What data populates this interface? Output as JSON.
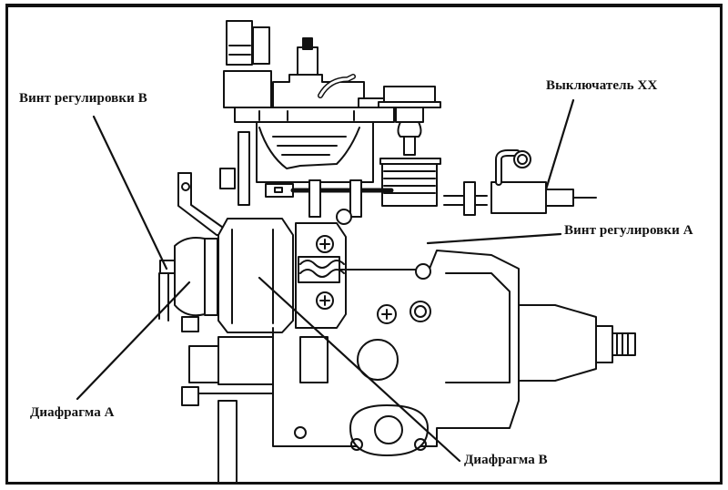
{
  "diagram": {
    "subject": "Injection pump (side view) with adjustment points",
    "labels": {
      "screw_b": "Винт регулировки В",
      "idle_switch": "Выключатель XX",
      "screw_a": "Винт регулировки А",
      "diaphragm_a": "Диафрагма А",
      "diaphragm_b": "Диафрагма В"
    }
  }
}
